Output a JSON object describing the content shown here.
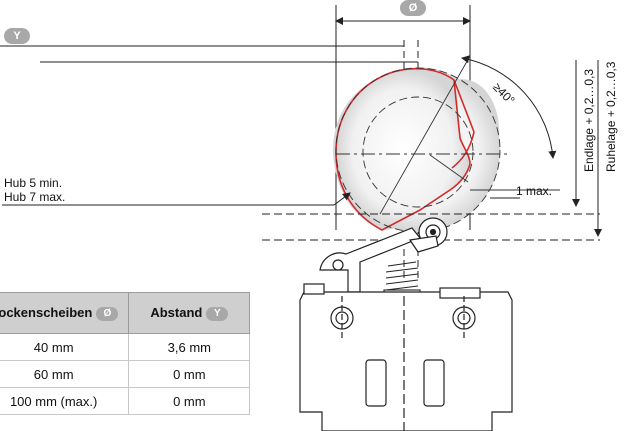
{
  "badges": {
    "top_diameter": "Ø",
    "left_y": "Y"
  },
  "labels": {
    "hub_min": "Hub 5 min.",
    "hub_max": "Hub 7 max.",
    "angle": "≥40°",
    "one_max": "1 max.",
    "endlage": "Endlage + 0,2…0,3",
    "ruhelage": "Ruhelage + 0,2…0,3"
  },
  "table": {
    "headers": [
      {
        "text": "Nockenscheiben",
        "badge": "Ø"
      },
      {
        "text": "Abstand",
        "badge": "Y"
      }
    ],
    "rows": [
      [
        "40 mm",
        "3,6 mm"
      ],
      [
        "60 mm",
        "0 mm"
      ],
      [
        "100 mm (max.)",
        "0 mm"
      ]
    ]
  },
  "colors": {
    "cam_outline": "#d42a2a",
    "line": "#222222",
    "badge": "#a8a8a8",
    "table_header": "#cfcfcf"
  }
}
